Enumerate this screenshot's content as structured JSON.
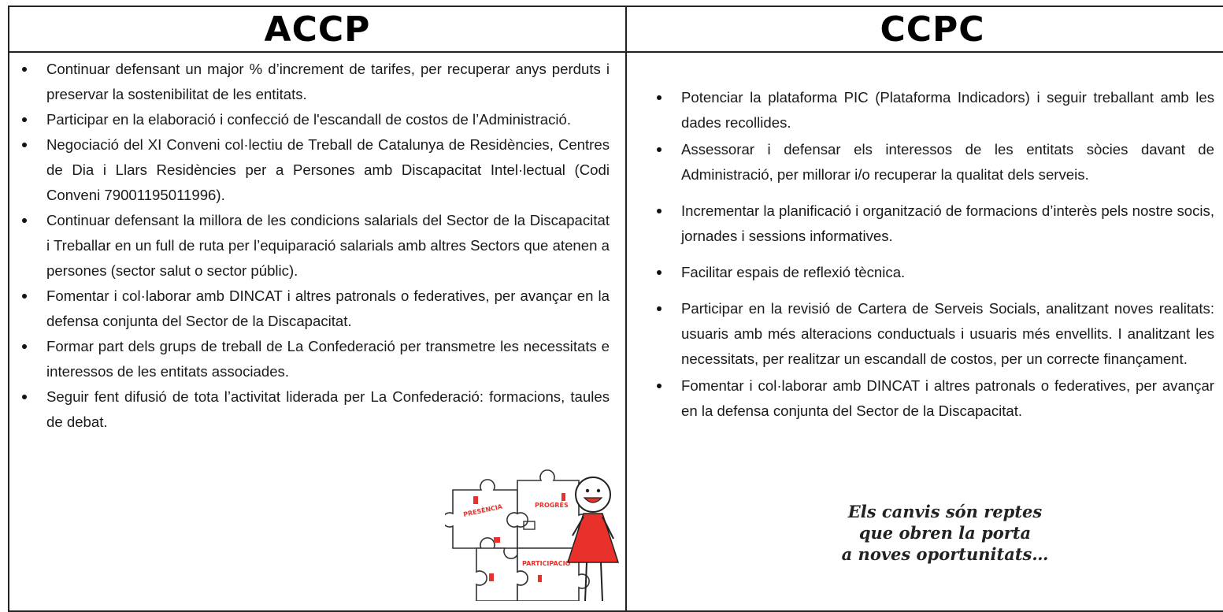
{
  "headers": {
    "left": "ACCP",
    "right": "CCPC"
  },
  "accp_items": [
    "Continuar defensant un major % d’increment de tarifes, per recuperar anys perduts i preservar la sostenibilitat de les entitats.",
    "Participar en la elaboració i confecció de  l'escandall de costos de l’Administració.",
    "Negociació del XI Conveni col·lectiu de Treball de Catalunya de Residències, Centres de Dia i Llars Residències per a Persones amb Discapacitat Intel·lectual (Codi Conveni 79001195011996).",
    "Continuar defensant la millora de les condicions salarials del Sector de la Discapacitat i Treballar en un full de ruta per l’equiparació salarials amb altres Sectors que atenen a persones (sector salut o sector públic).",
    "Fomentar i col·laborar amb DINCAT i altres patronals o federatives, per avançar en la defensa conjunta del Sector de la Discapacitat.",
    "Formar part dels grups de treball de La Confederació per transmetre les necessitats e interessos de les entitats associades.",
    "Seguir fent difusió de tota l’activitat liderada per La Confederació: formacions, taules de debat."
  ],
  "ccpc_items": [
    "Potenciar la plataforma PIC (Plataforma Indicadors) i seguir treballant amb les dades recollides.",
    "Assessorar i defensar els interessos de les entitats sòcies davant de Administració, per millorar i/o recuperar la qualitat dels serveis.",
    "Incrementar la planificació i organització de formacions d’interès pels nostre socis, jornades i sessions informatives.",
    "Facilitar espais de reflexió tècnica.",
    "Participar en la revisió de Cartera de Serveis Socials, analitzant noves realitats: usuaris amb més alteracions conductuals i usuaris més envellits. I analitzant les necessitats, per realitzar un escandall de costos, per un correcte finançament.",
    "Fomentar i col·laborar amb DINCAT i altres patronals o federatives, per avançar en la defensa conjunta del Sector de la Discapacitat."
  ],
  "illustration": {
    "icon": "puzzle-person-illustration",
    "labels": [
      "PRESÈNCIA",
      "PROGRÉS",
      "PARTICIPACIÓ"
    ]
  },
  "quote": {
    "line1": "Els canvis són reptes",
    "line2": "que obren la porta",
    "line3": "a noves oportunitats…"
  },
  "colors": {
    "accent_red": "#e8312a",
    "ink": "#1a1a1a",
    "border": "#222222"
  }
}
